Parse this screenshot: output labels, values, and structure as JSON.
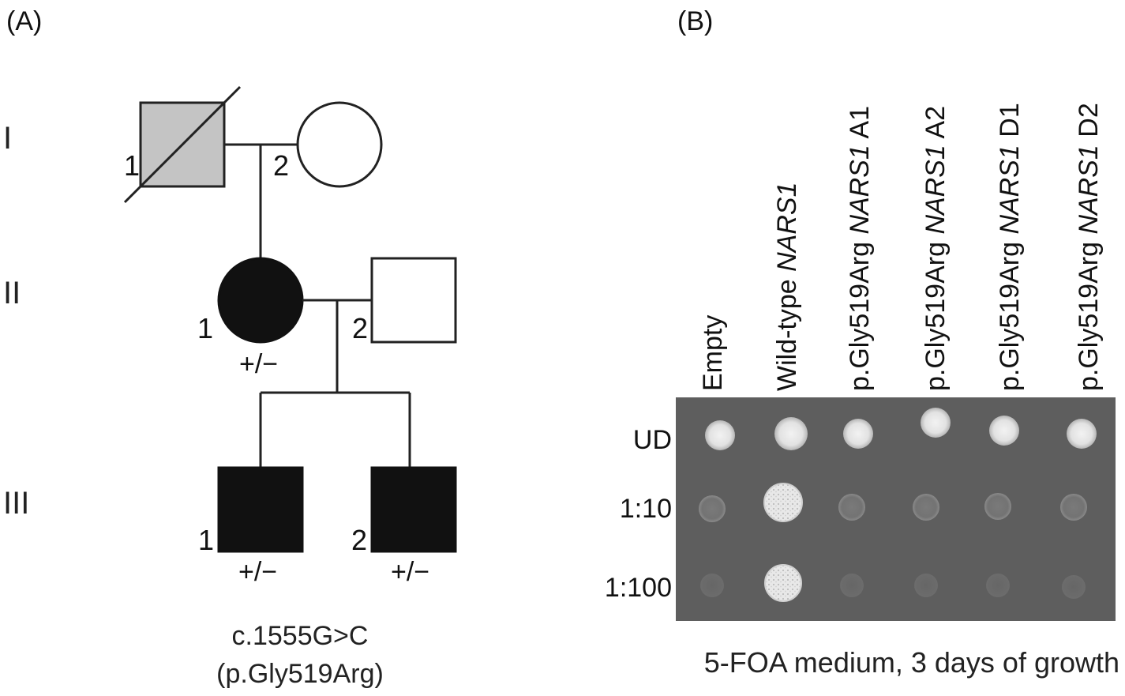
{
  "panel_a": {
    "label": "(A)",
    "generations": [
      "I",
      "II",
      "III"
    ],
    "individuals": {
      "I1": {
        "number": "1",
        "sex": "male",
        "status": "deceased, unaffected (grey)"
      },
      "I2": {
        "number": "2",
        "sex": "female",
        "status": "unaffected"
      },
      "II1": {
        "number": "1",
        "sex": "female",
        "status": "affected",
        "genotype": "+/−"
      },
      "II2": {
        "number": "2",
        "sex": "male",
        "status": "unaffected"
      },
      "III1": {
        "number": "1",
        "sex": "male",
        "status": "affected",
        "genotype": "+/−"
      },
      "III2": {
        "number": "2",
        "sex": "male",
        "status": "affected",
        "genotype": "+/−"
      }
    },
    "variant_line1": "c.1555G>C",
    "variant_line2": "(p.Gly519Arg)"
  },
  "panel_b": {
    "label": "(B)",
    "columns": [
      {
        "prefix": "Empty",
        "gene": "",
        "suffix": ""
      },
      {
        "prefix": "Wild-type ",
        "gene": "NARS1",
        "suffix": ""
      },
      {
        "prefix": "p.Gly519Arg ",
        "gene": "NARS1",
        "suffix": " A1"
      },
      {
        "prefix": "p.Gly519Arg ",
        "gene": "NARS1",
        "suffix": " A2"
      },
      {
        "prefix": "p.Gly519Arg ",
        "gene": "NARS1",
        "suffix": " D1"
      },
      {
        "prefix": "p.Gly519Arg ",
        "gene": "NARS1",
        "suffix": " D2"
      }
    ],
    "rows": [
      "UD",
      "1:10",
      "1:100"
    ],
    "footer": "5-FOA medium, 3 days of growth",
    "plate_color": "#5e5e5e"
  }
}
